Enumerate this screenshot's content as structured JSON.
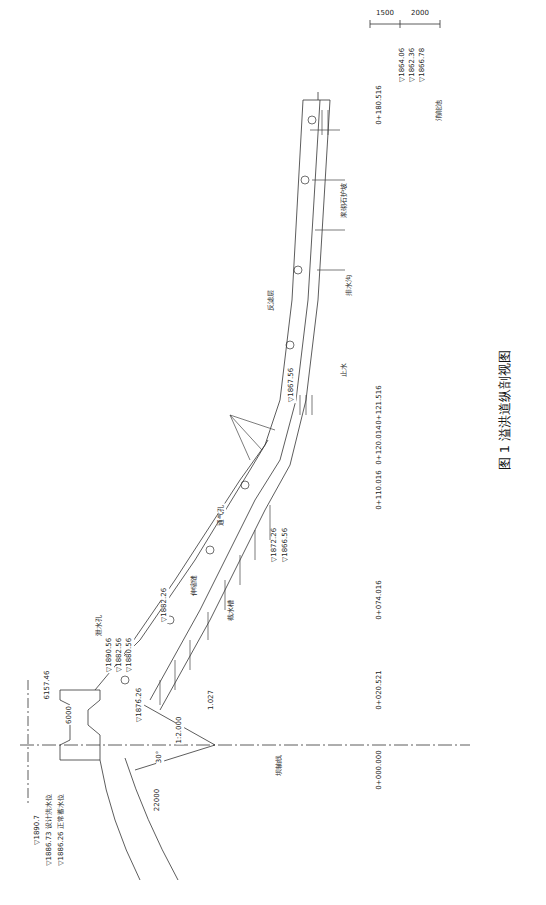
{
  "diagram": {
    "caption": "图 1 溢洪道纵剖视图",
    "labels": [
      "1500",
      "2000",
      "▽1864.06",
      "▽1862.36",
      "▽1866.78",
      "消能池",
      "0+180.516",
      "浆砌石护坡",
      "排水沟",
      "止水",
      "反滤层",
      "0+121.516",
      "0+120.014",
      "0+110.016",
      "▽1867.56",
      "▽1872.26",
      "▽1866.56",
      "通气孔",
      "伸缩缝",
      "▽1882.26",
      "截水槽",
      "0+074.016",
      "▽1890.56",
      "▽1882.56",
      "▽1880.56",
      "泄水孔",
      "▽1876.26",
      "0+020.521",
      "1.027",
      "6000",
      "6157.46",
      "1:2.000",
      "30°",
      "坝轴线",
      "0+000.000",
      "▽1890.7",
      "▽1886.73 设计洪水位",
      "▽1886.26 正常蓄水位",
      "22000"
    ]
  }
}
